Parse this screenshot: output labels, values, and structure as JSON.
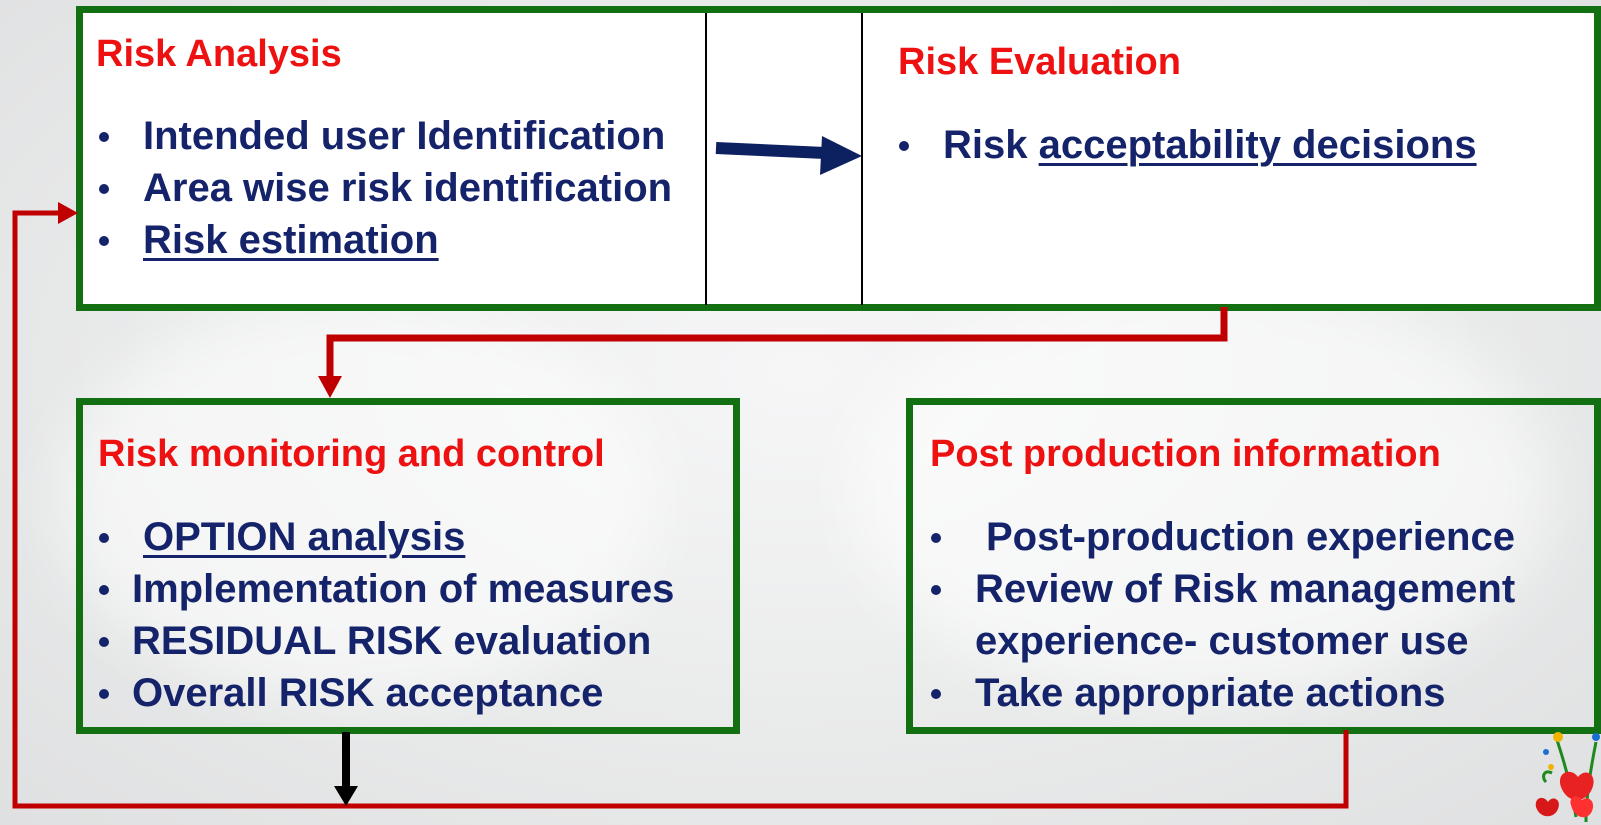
{
  "risk_analysis": {
    "title": "Risk Analysis",
    "items": [
      {
        "text": "Intended  user Identification"
      },
      {
        "text": "Area wise risk identification"
      },
      {
        "text": "Risk estimation"
      }
    ]
  },
  "risk_evaluation": {
    "title": "Risk Evaluation",
    "item_prefix": "Risk ",
    "item_underlined": "acceptability decisions"
  },
  "risk_monitoring": {
    "title": "Risk monitoring and control",
    "items": [
      {
        "text": "OPTION analysis"
      },
      {
        "text": "Implementation of measures"
      },
      {
        "text": "RESIDUAL RISK evaluation"
      },
      {
        "text": "Overall RISK acceptance"
      }
    ]
  },
  "post_production": {
    "title": "Post production information",
    "items": [
      {
        "text": "Post-production experience"
      },
      {
        "text": "Review of Risk management"
      },
      {
        "text": "Take appropriate actions"
      }
    ],
    "continuation": "experience- customer use"
  },
  "colors": {
    "box_border": "#127012",
    "title": "#ee1111",
    "body_text": "#14236a",
    "flow_arrow": "#c00000",
    "main_arrow": "#0d2060"
  },
  "icons": [
    "bullet-icon",
    "flow-arrow-icon",
    "flower-decoration-icon"
  ]
}
